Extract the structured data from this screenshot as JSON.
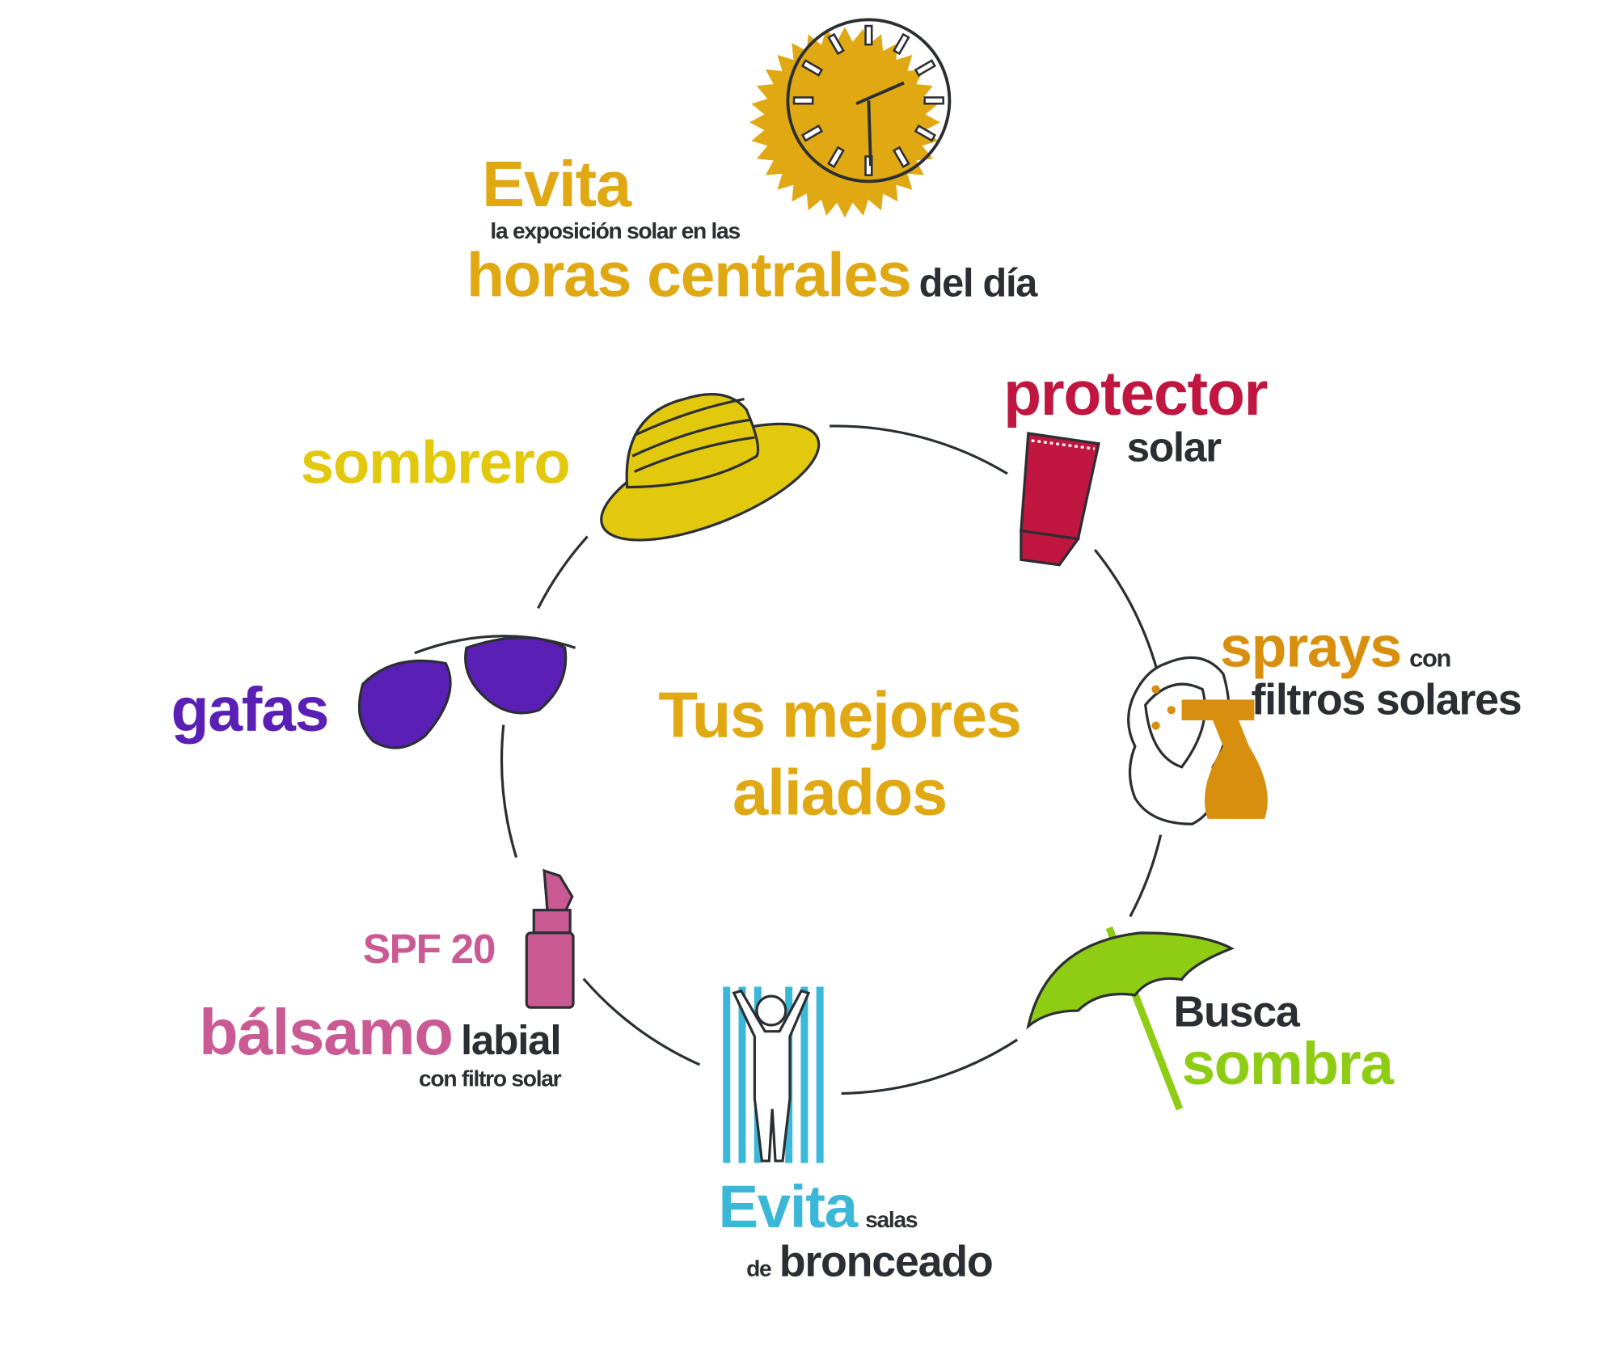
{
  "colors": {
    "gold": "#e0a812",
    "yellow": "#e2c90d",
    "red": "#c0163f",
    "orange": "#d98f0e",
    "purple": "#5a1fb5",
    "pink": "#c95a93",
    "blue": "#3bb8d8",
    "green": "#8fcc14",
    "dark": "#2b2f33"
  },
  "center": {
    "line1": "Tus mejores",
    "line2": "aliados"
  },
  "hours": {
    "big1": "Evita",
    "small": "la exposición solar en las",
    "big2": "horas centrales",
    "tail": "del día"
  },
  "hat": {
    "label": "sombrero"
  },
  "sunscreen": {
    "big": "protector",
    "small": "solar"
  },
  "sprays": {
    "big": "sprays",
    "con": "con",
    "small": "filtros solares"
  },
  "glasses": {
    "label": "gafas"
  },
  "lipbalm": {
    "spf": "SPF 20",
    "big": "bálsamo",
    "mid": "labial",
    "small": "con filtro solar"
  },
  "tanning": {
    "big": "Evita",
    "salas": "salas",
    "de": "de",
    "word": "bronceado"
  },
  "shade": {
    "small": "Busca",
    "big": "sombra"
  }
}
